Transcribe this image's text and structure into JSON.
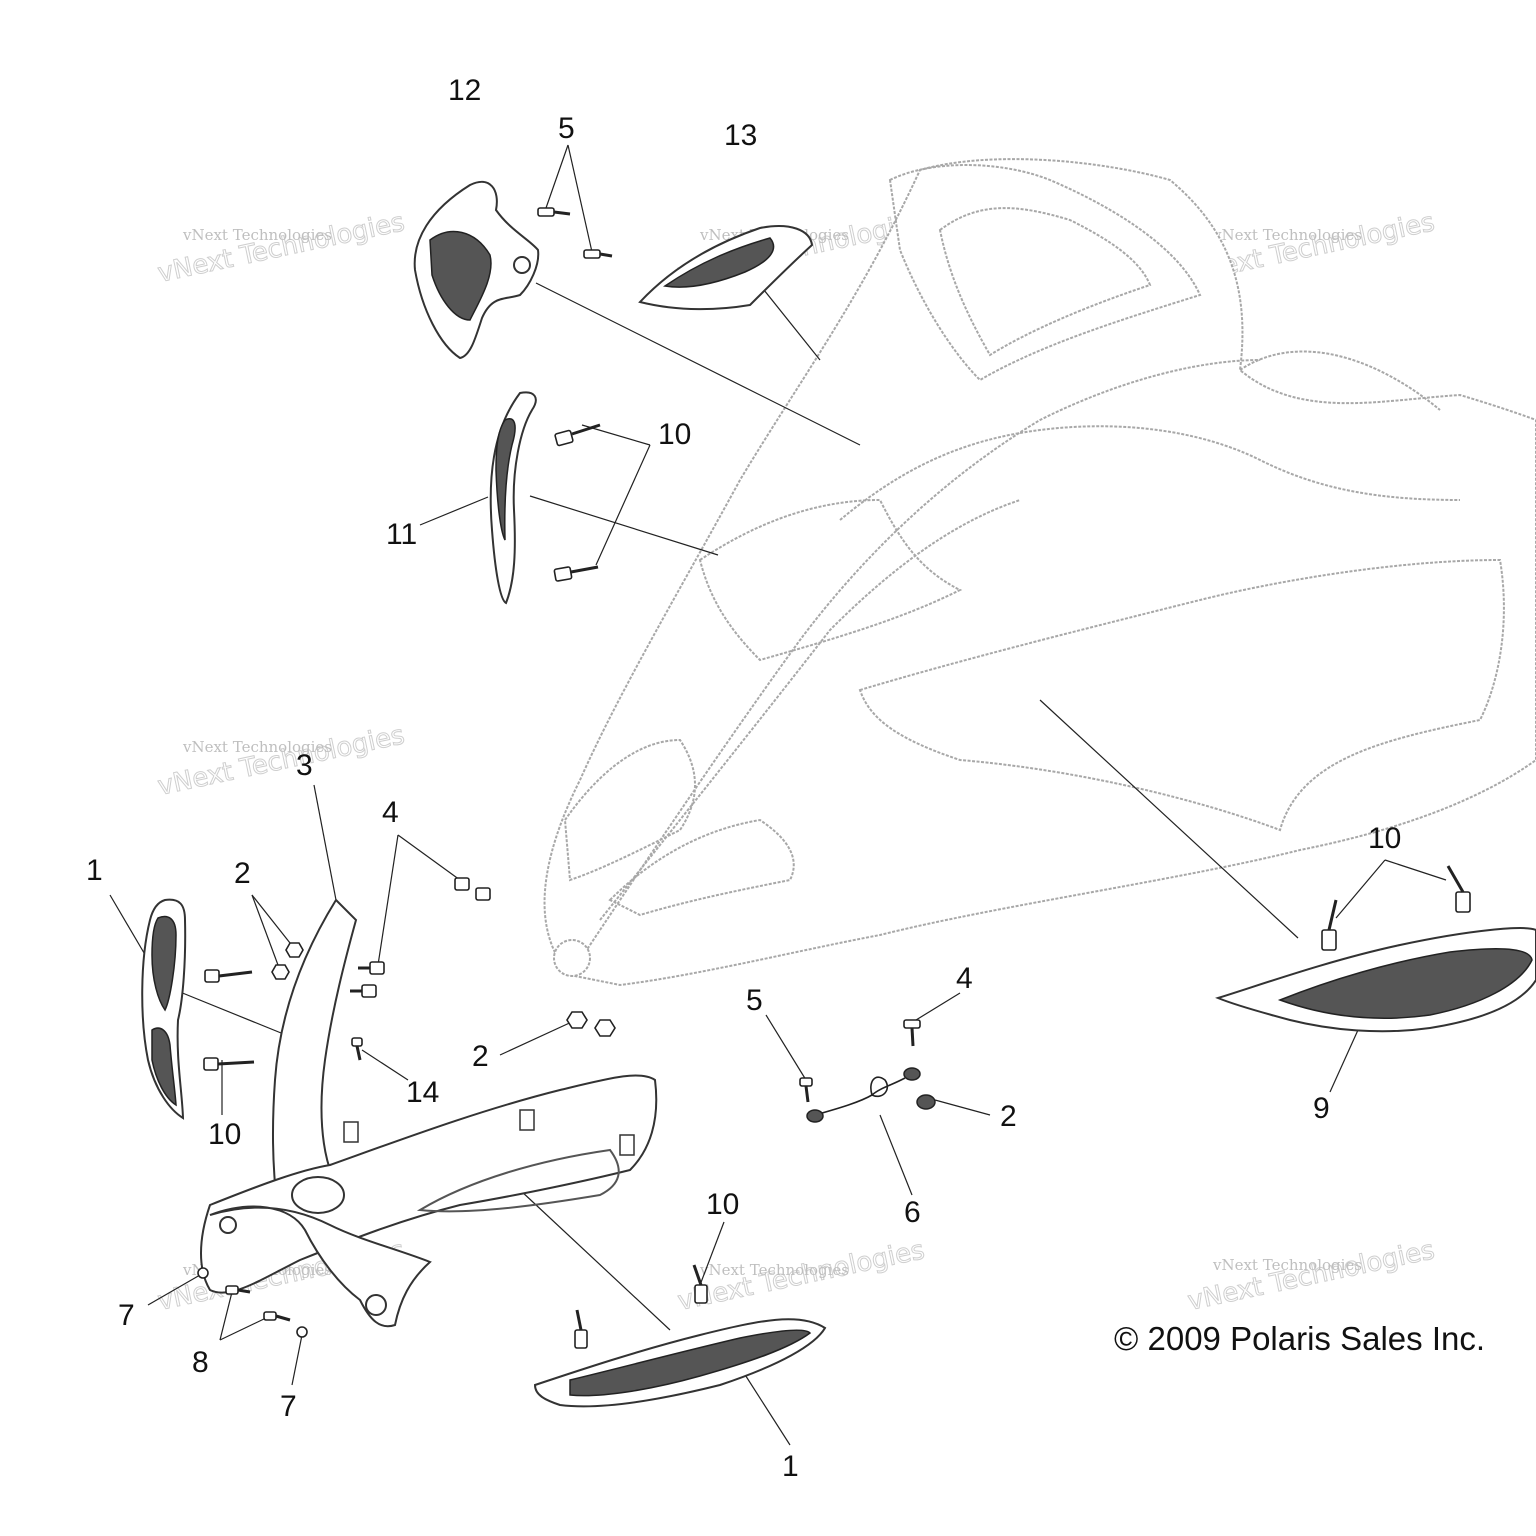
{
  "callouts": {
    "c1a": "1",
    "c1b": "1",
    "c2a": "2",
    "c2b": "2",
    "c2c": "2",
    "c3": "3",
    "c4a": "4",
    "c4b": "4",
    "c5a": "5",
    "c5b": "5",
    "c6": "6",
    "c7a": "7",
    "c7b": "7",
    "c8": "8",
    "c9": "9",
    "c10a": "10",
    "c10b": "10",
    "c10c": "10",
    "c10d": "10",
    "c11": "11",
    "c12": "12",
    "c13": "13",
    "c14": "14"
  },
  "copyright": "© 2009 Polaris Sales Inc.",
  "watermark": {
    "line1": "vNext Technologies",
    "line2": "vNext Technologies"
  },
  "colors": {
    "outline": "#a8a8a8",
    "ink": "#222222"
  }
}
